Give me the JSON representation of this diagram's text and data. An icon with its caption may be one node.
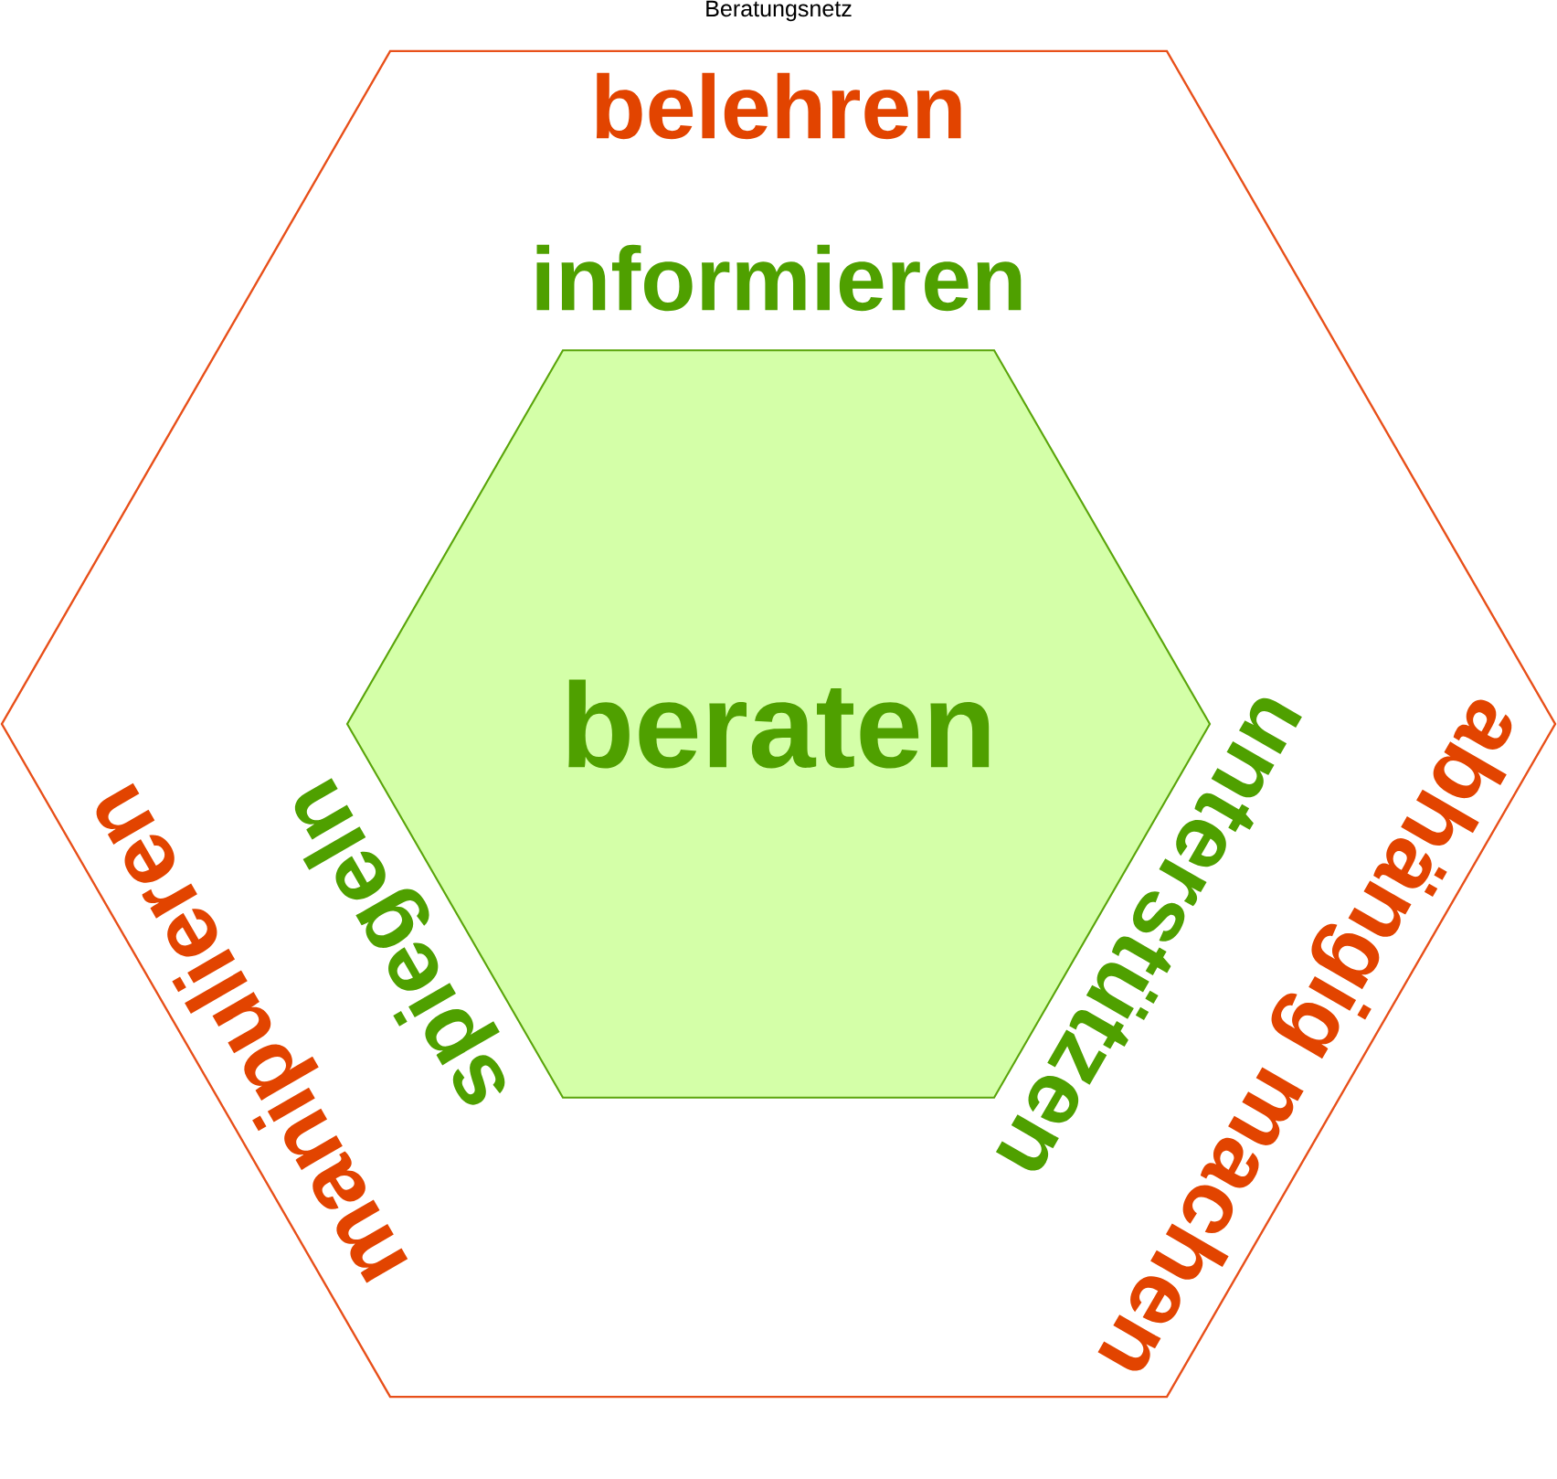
{
  "diagram": {
    "title": "Beratungsnetz",
    "nodes": [
      {
        "text": [
          "belehren",
          "informieren",
          "spiegeln",
          "unterstützen",
          "manipulieren",
          "abhängig machen"
        ]
      },
      {
        "text": [
          "beraten"
        ],
        "in": 0
      }
    ]
  }
}
